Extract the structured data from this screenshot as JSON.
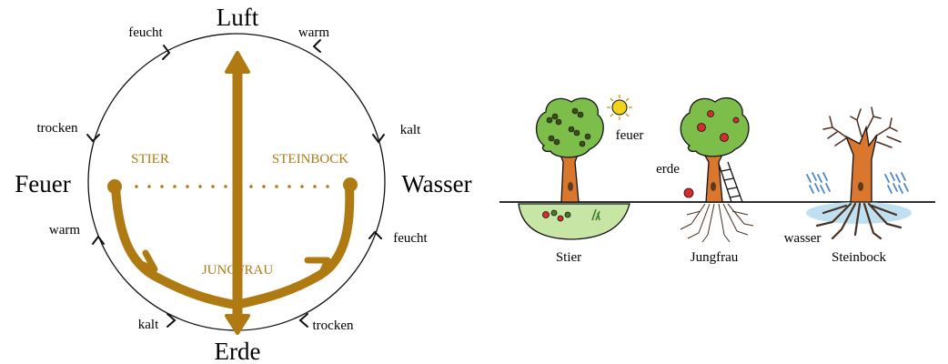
{
  "colors": {
    "brown": "#b07a13",
    "ink": "#111111",
    "sky": "#4a87c8",
    "ground_blue": "#bfe0f0",
    "leaf": "#7dbe4a",
    "leaf_dark": "#3f7d2a",
    "trunk": "#d9772f",
    "root": "#4a2e1f",
    "red": "#d92b2b",
    "sun": "#f2d21b",
    "ground_green": "#c7e6a5"
  },
  "compass": {
    "elements": {
      "top": "Luft",
      "left": "Feuer",
      "right": "Wasser",
      "bottom": "Erde"
    },
    "qualities": {
      "top_left": "feucht",
      "top_right": "warm",
      "left_upper": "trocken",
      "right_upper": "kalt",
      "left_lower": "warm",
      "right_lower": "feucht",
      "bottom_left": "kalt",
      "bottom_right": "trocken"
    },
    "signs": {
      "left": "STIER",
      "right": "STEINBOCK",
      "center": "JUNGFRAU"
    }
  },
  "trees": {
    "items": [
      {
        "name": "Stier",
        "annotation": "feuer"
      },
      {
        "name": "Jungfrau",
        "annotation": "erde"
      },
      {
        "name": "Steinbock",
        "annotation": "wasser"
      }
    ]
  }
}
